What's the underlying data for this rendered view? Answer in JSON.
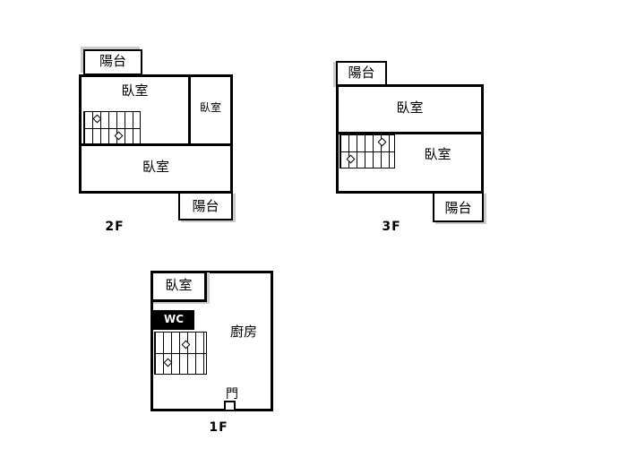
{
  "colors": {
    "wall": "#000000",
    "background": "#ffffff",
    "shadow": "#cccccc",
    "wc_bg": "#000000",
    "wc_text": "#ffffff"
  },
  "floor2": {
    "label": "2F",
    "balcony_top": "陽台",
    "bedroom_left": "臥室",
    "bedroom_right": "臥室",
    "bedroom_bottom": "臥室",
    "balcony_bottom": "陽台"
  },
  "floor3": {
    "label": "3F",
    "balcony_top": "陽台",
    "bedroom_top": "臥室",
    "bedroom_bottom": "臥室",
    "balcony_bottom": "陽台"
  },
  "floor1": {
    "label": "1F",
    "bedroom": "臥室",
    "wc": "WC",
    "kitchen": "廚房",
    "door": "門"
  }
}
